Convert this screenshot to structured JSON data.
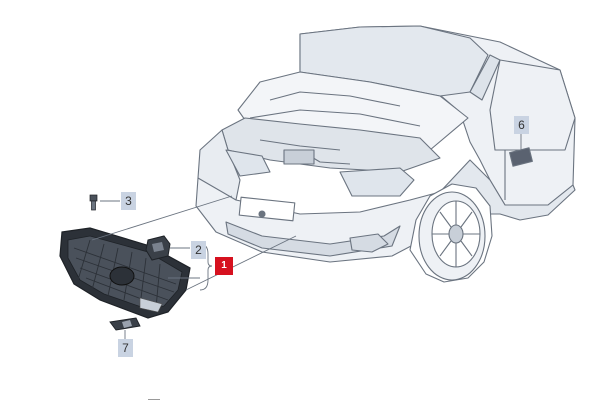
{
  "diagram": {
    "callouts": [
      {
        "id": "1",
        "label": "1",
        "part": "grille-assembly",
        "highlight": "#d6111f"
      },
      {
        "id": "2",
        "label": "2",
        "part": "tow-hook-cover"
      },
      {
        "id": "3",
        "label": "3",
        "part": "clip"
      },
      {
        "id": "6",
        "label": "6",
        "part": "side-badge"
      },
      {
        "id": "7",
        "label": "7",
        "part": "emblem-bracket"
      }
    ],
    "colors": {
      "callout_bg": "#c9d3e2",
      "primary_callout_bg": "#d6111f",
      "line_art": "#6b7480",
      "body_fill": "#eef1f5",
      "shadow_fill": "#d5dbe3",
      "grille_fill": "#2c3138"
    }
  }
}
